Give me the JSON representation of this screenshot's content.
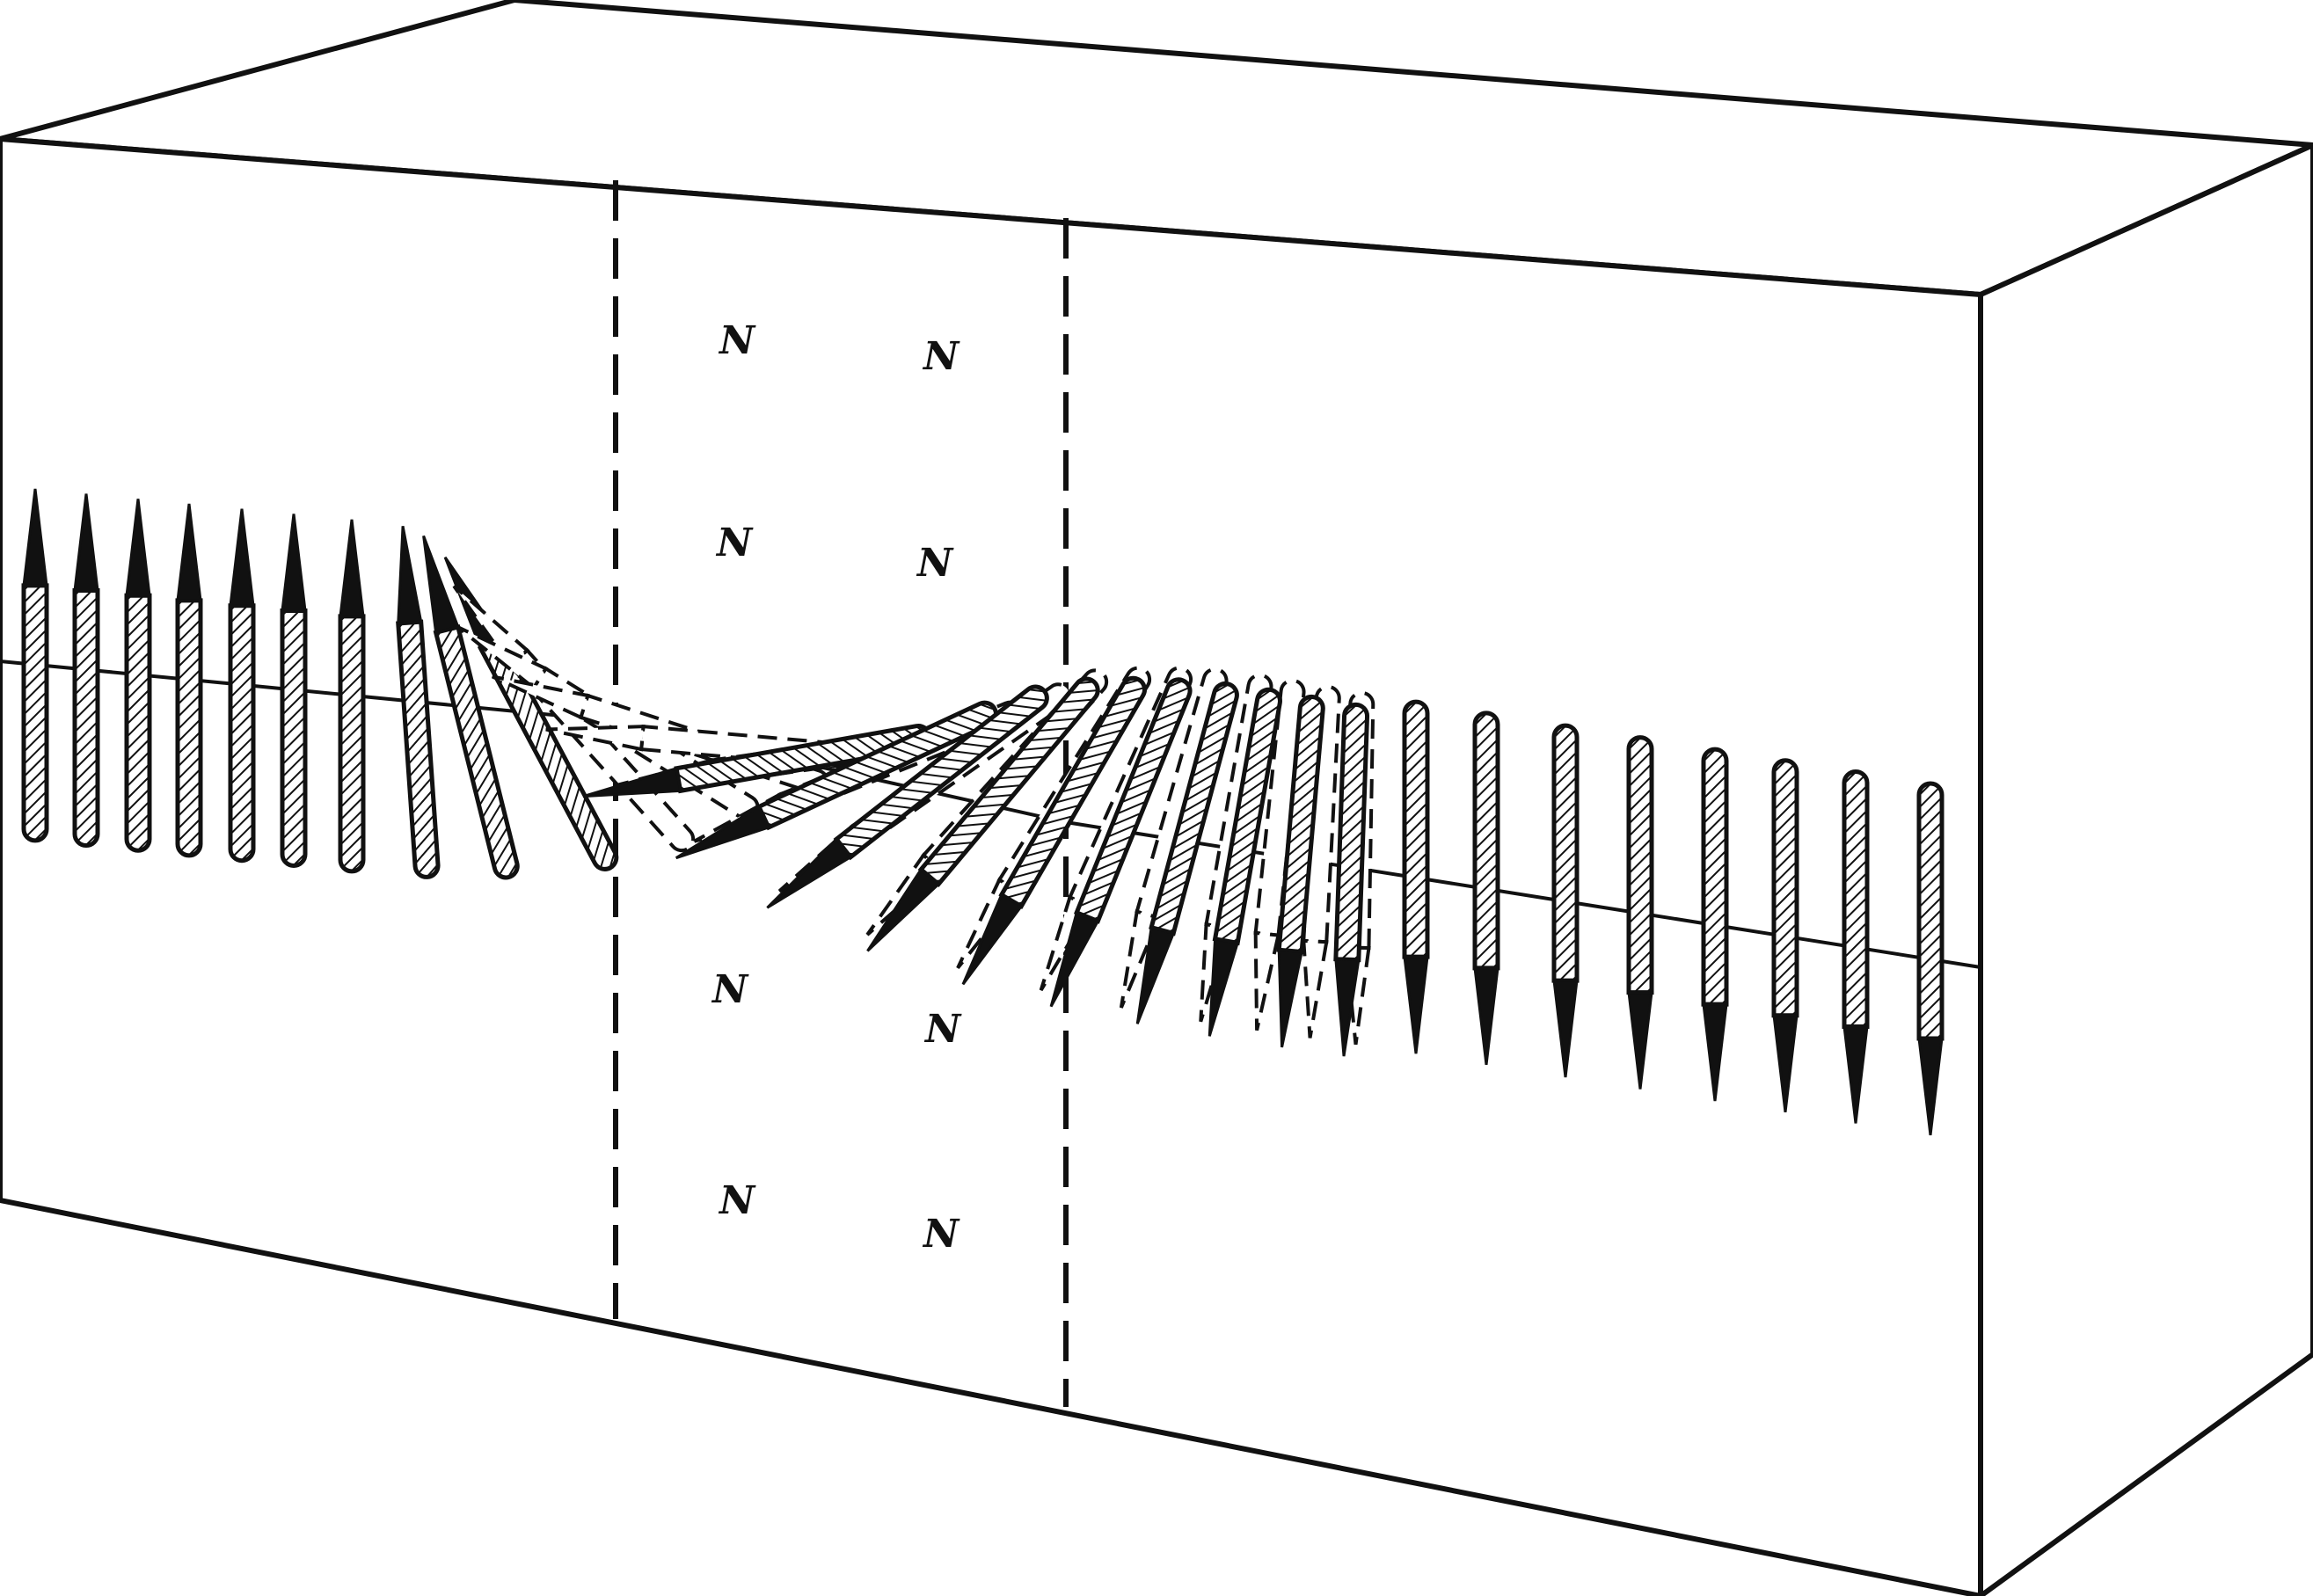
{
  "diagram": {
    "pole_labels": [
      {
        "id": "upper-left-1",
        "text": "N"
      },
      {
        "id": "upper-right-1",
        "text": "N"
      },
      {
        "id": "upper-left-2",
        "text": "N"
      },
      {
        "id": "upper-right-2",
        "text": "N"
      },
      {
        "id": "lower-left-1",
        "text": "N"
      },
      {
        "id": "lower-right-1",
        "text": "N"
      },
      {
        "id": "lower-left-2",
        "text": "N"
      },
      {
        "id": "lower-right-2",
        "text": "N"
      }
    ],
    "colors": {
      "ink": "#111111",
      "paper": "#ffffff"
    }
  }
}
